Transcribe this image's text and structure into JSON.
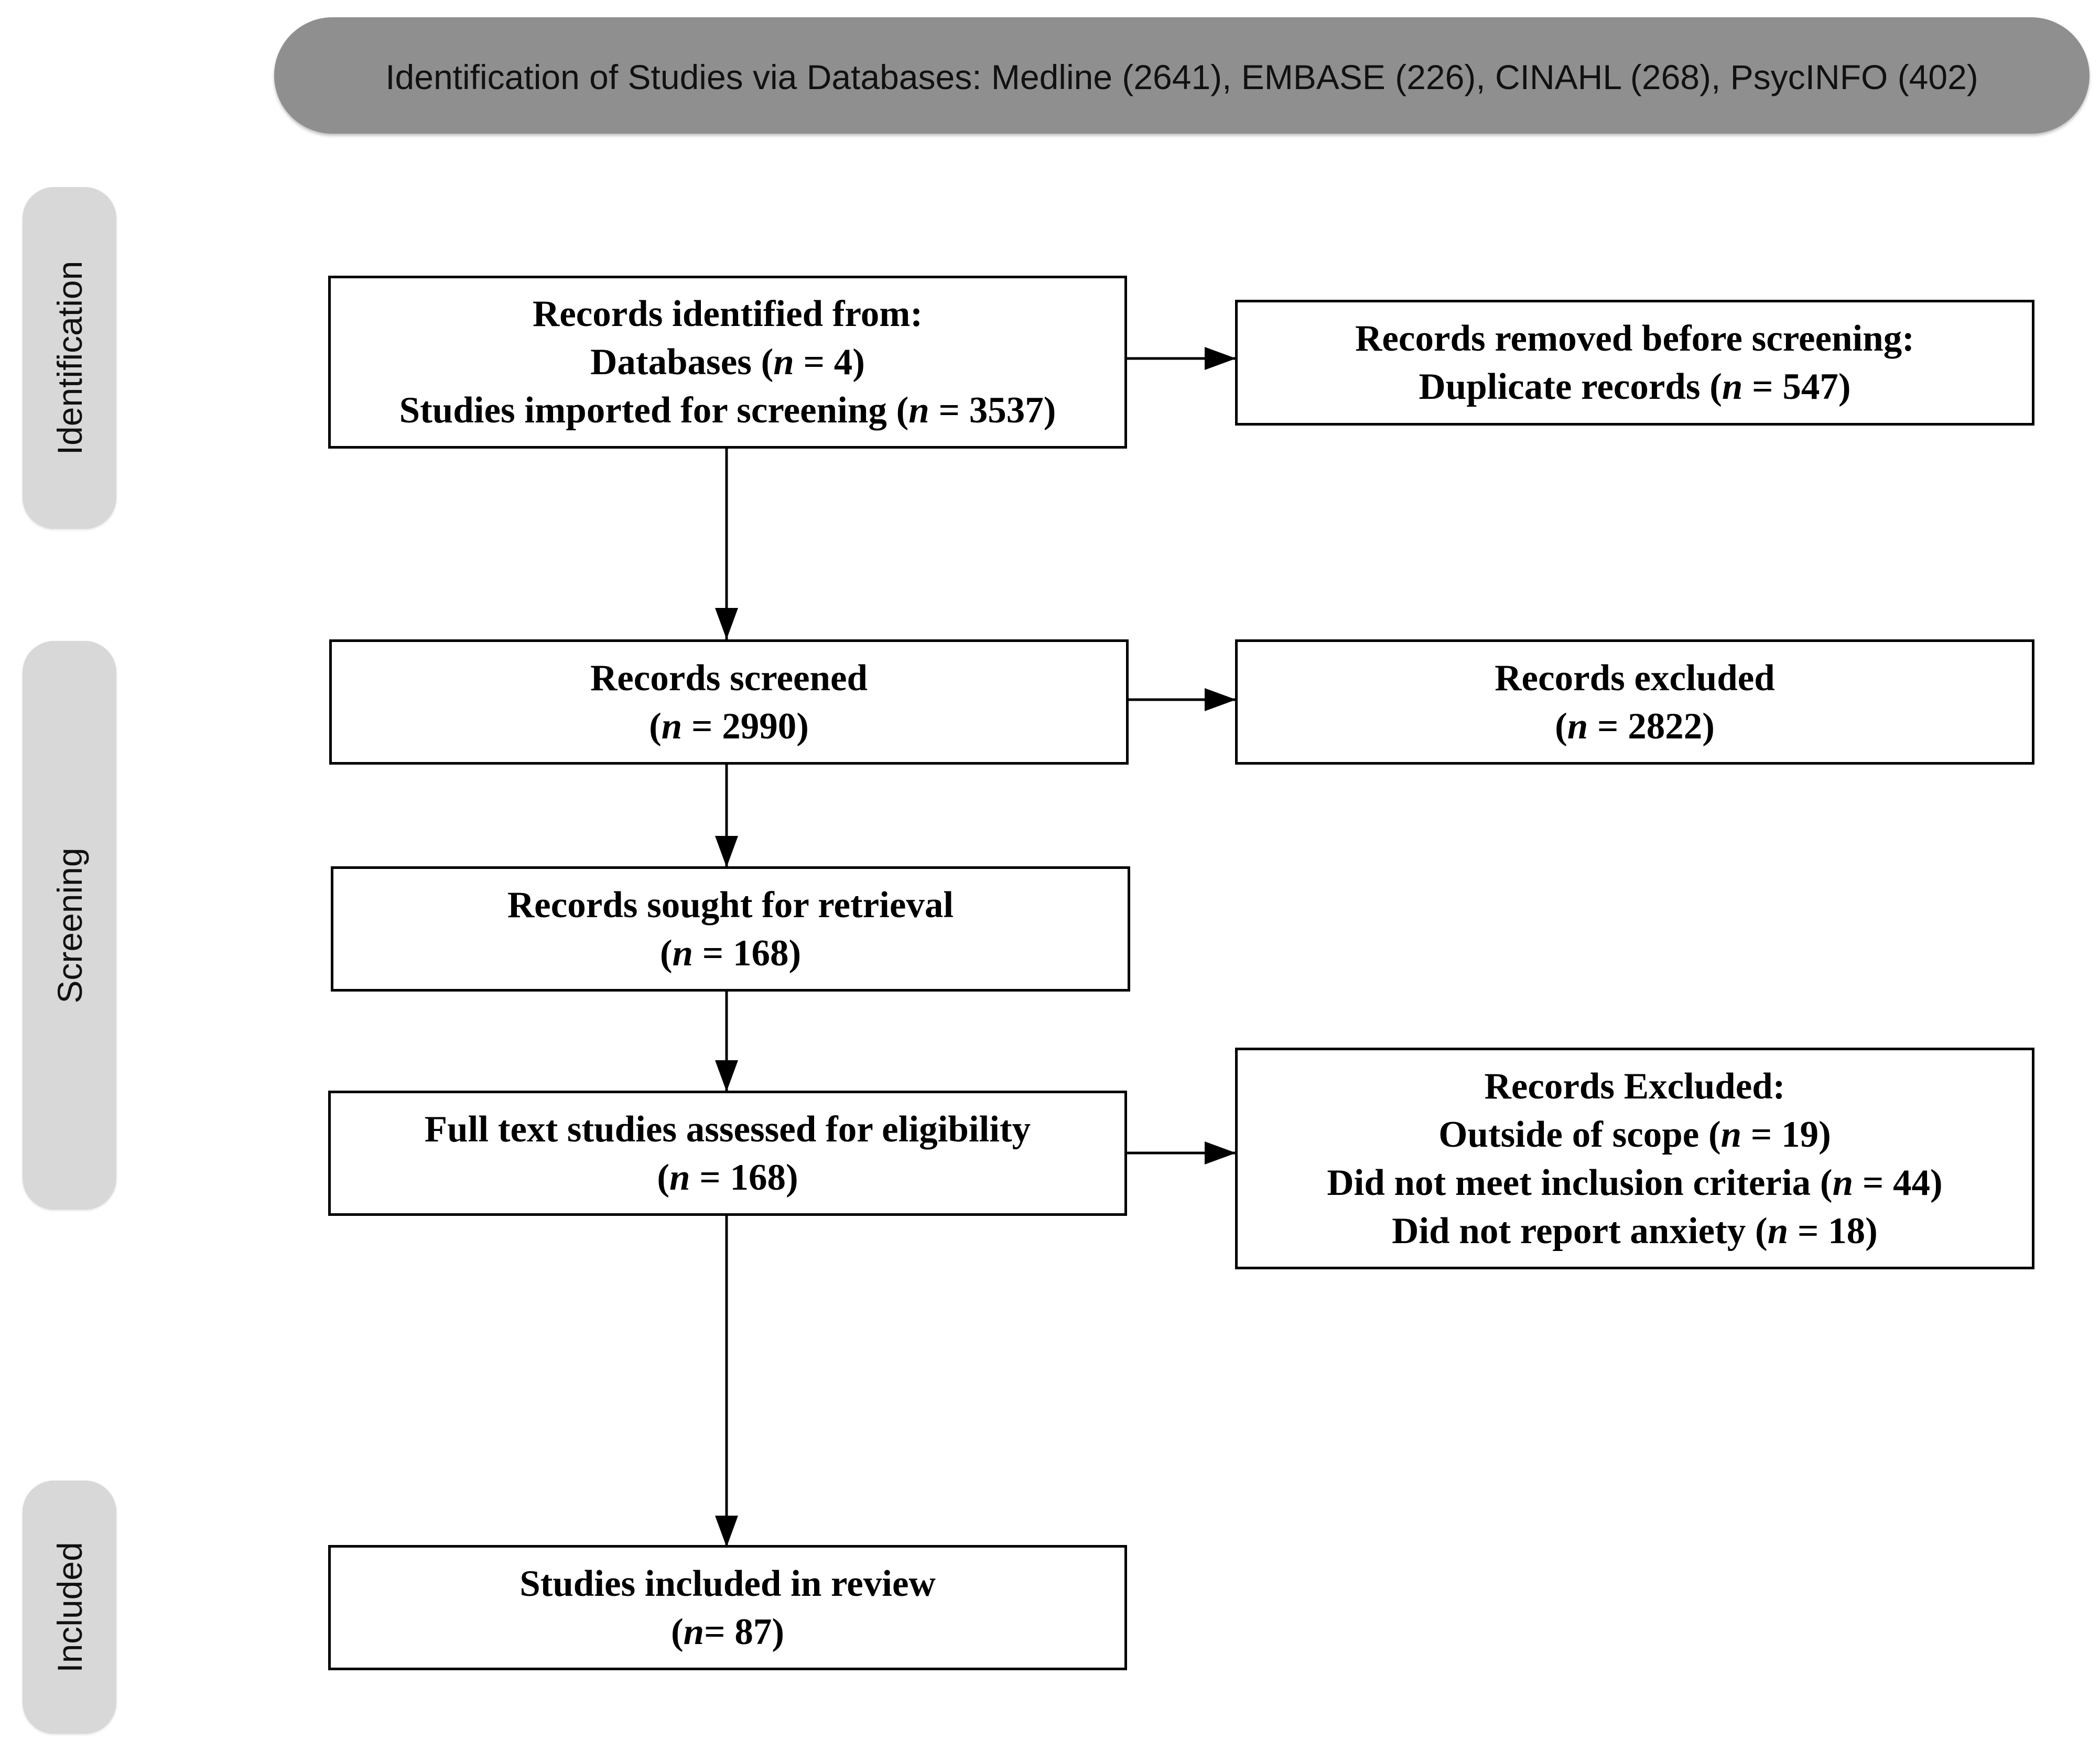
{
  "banner": {
    "text": "Identification of Studies via Databases: Medline (2641), EMBASE (226), CINAHL (268), PsycINFO  (402)"
  },
  "phases": {
    "identification": "Identification",
    "screening": "Screening",
    "included": "Included"
  },
  "boxes": {
    "records_identified": [
      {
        "before": "Records identified from:",
        "n": "",
        "after": ""
      },
      {
        "before": "Databases (",
        "n": "n",
        "after": " = 4)"
      },
      {
        "before": "Studies imported for screening (",
        "n": "n",
        "after": " = 3537)"
      }
    ],
    "records_removed": [
      {
        "before": "Records removed before screening:",
        "n": "",
        "after": ""
      },
      {
        "before": "Duplicate records (",
        "n": "n",
        "after": " = 547)"
      }
    ],
    "records_screened": [
      {
        "before": "Records screened",
        "n": "",
        "after": ""
      },
      {
        "before": "(",
        "n": "n",
        "after": " = 2990)"
      }
    ],
    "records_excluded": [
      {
        "before": "Records excluded",
        "n": "",
        "after": ""
      },
      {
        "before": "(",
        "n": "n",
        "after": " = 2822)"
      }
    ],
    "records_sought": [
      {
        "before": "Records sought for retrieval",
        "n": "",
        "after": ""
      },
      {
        "before": "(",
        "n": "n",
        "after": " = 168)"
      }
    ],
    "full_text_assessed": [
      {
        "before": "Full text studies assessed for eligibility",
        "n": "",
        "after": ""
      },
      {
        "before": "(",
        "n": "n",
        "after": " = 168)"
      }
    ],
    "records_excluded_reasons": [
      {
        "before": "Records Excluded:",
        "n": "",
        "after": ""
      },
      {
        "before": "Outside of scope (",
        "n": "n",
        "after": " = 19)"
      },
      {
        "before": "Did not meet inclusion criteria (",
        "n": "n",
        "after": " = 44)"
      },
      {
        "before": "Did not report anxiety (",
        "n": "n",
        "after": " = 18)"
      }
    ],
    "studies_included": [
      {
        "before": "Studies included in review",
        "n": "",
        "after": ""
      },
      {
        "before": "(",
        "n": "n",
        "after": "= 87)"
      }
    ]
  }
}
